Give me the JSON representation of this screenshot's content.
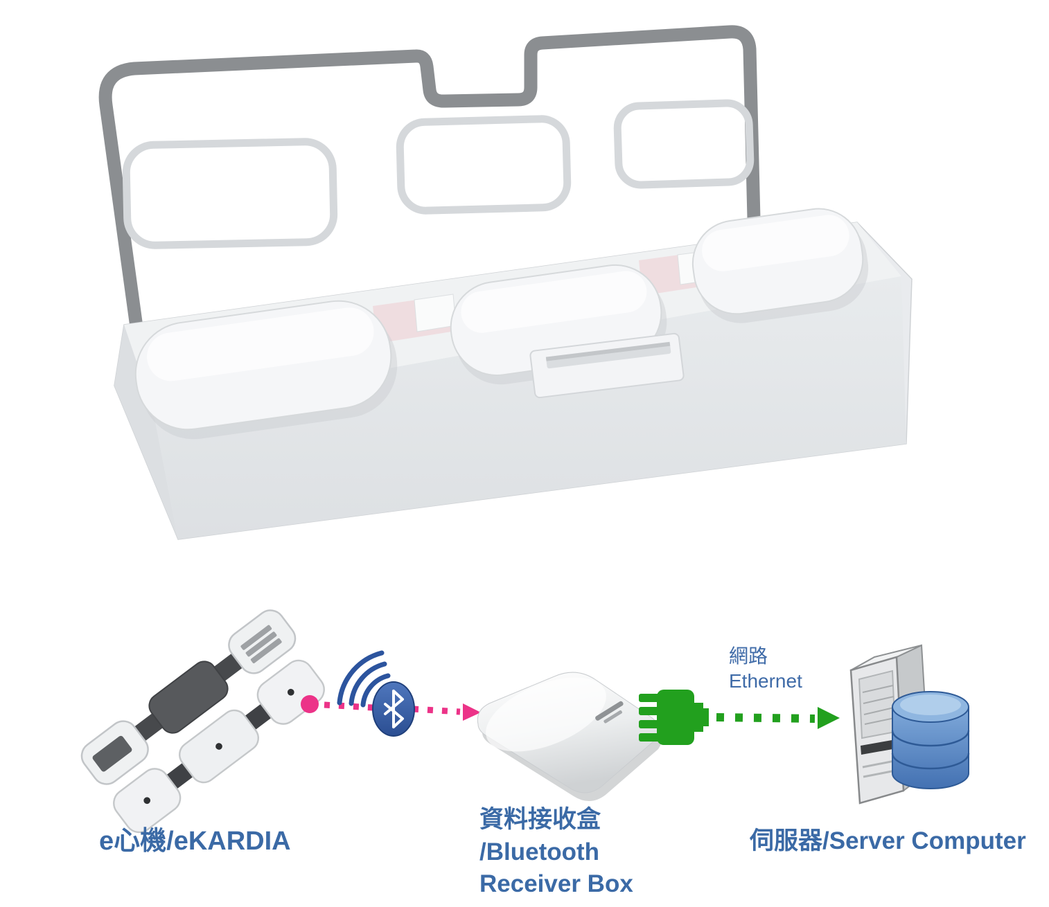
{
  "page": {
    "background": "#ffffff"
  },
  "product_photo": {
    "name": "ekardia-open-case",
    "parts": [
      "case-lid",
      "lid-pocket",
      "case-base",
      "device-cradle",
      "charging-slot",
      "front-latch-slot"
    ]
  },
  "diagram": {
    "nodes": [
      {
        "id": "ekardia",
        "label": "e心機/eKARDIA"
      },
      {
        "id": "receiver",
        "label_lines": [
          "資料接收盒",
          "/Bluetooth",
          "Receiver Box"
        ]
      },
      {
        "id": "server",
        "label": "伺服器/Server Computer"
      }
    ],
    "ethernet_label": {
      "zh": "網路",
      "en": "Ethernet"
    },
    "links": [
      {
        "from": "ekardia",
        "to": "receiver",
        "type": "bluetooth",
        "style": "pink-dotted-arrow"
      },
      {
        "from": "receiver",
        "to": "server",
        "type": "ethernet",
        "style": "green-dotted-arrow"
      }
    ],
    "icons": [
      "wireless-signal-icon",
      "bluetooth-icon",
      "ethernet-plug-icon",
      "receiver-box",
      "server-tower-icon",
      "database-icon"
    ]
  },
  "colors": {
    "label_text": "#3b6aa6",
    "bluetooth_link": "#ec3388",
    "ethernet_link": "#22a01e",
    "bluetooth_icon": "#3a64ac",
    "signal_waves": "#2c549e",
    "database_blue": "#5583bd",
    "case_outline_gray": "#8b8e91"
  }
}
